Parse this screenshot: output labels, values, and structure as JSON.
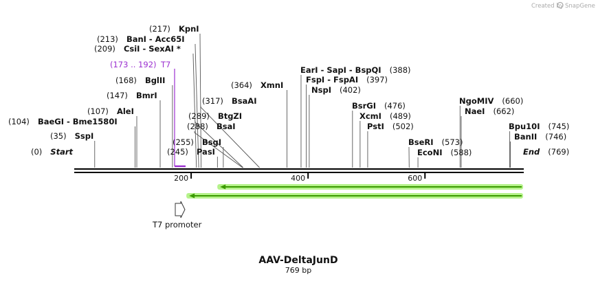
{
  "credit": {
    "prefix": "Created by",
    "brand": "SnapGene"
  },
  "sequence": {
    "name": "AAV-DeltaJunD",
    "length_label": "769 bp",
    "length": 769
  },
  "ruler": {
    "ticks": [
      "200",
      "400",
      "600"
    ]
  },
  "sites": [
    {
      "id": "start",
      "pos": "(0)",
      "name": "Start",
      "site": 0,
      "italic": true
    },
    {
      "id": "sspi",
      "pos": "(35)",
      "name": "SspI",
      "site": 35
    },
    {
      "id": "baegi",
      "pos": "(104)",
      "name": "BaeGI  - Bme1580I",
      "site": 104
    },
    {
      "id": "alei",
      "pos": "(107)",
      "name": "AleI",
      "site": 107
    },
    {
      "id": "bmri",
      "pos": "(147)",
      "name": "BmrI",
      "site": 147
    },
    {
      "id": "bglii",
      "pos": "(168)",
      "name": "BglII",
      "site": 168
    },
    {
      "id": "csii",
      "pos": "(209)",
      "name": "CsiI  - SexAI *",
      "site": 209
    },
    {
      "id": "bani",
      "pos": "(213)",
      "name": "BanI  - Acc65I",
      "site": 213
    },
    {
      "id": "kpni",
      "pos": "(217)",
      "name": "KpnI",
      "site": 217
    },
    {
      "id": "pasi",
      "pos": "(245)",
      "name": "PasI",
      "site": 245
    },
    {
      "id": "bsgi",
      "pos": "(255)",
      "name": "BsgI",
      "site": 255
    },
    {
      "id": "bsai",
      "pos": "(288)",
      "name": "BsaI",
      "site": 288
    },
    {
      "id": "btgzi",
      "pos": "(289)",
      "name": "BtgZI",
      "site": 289
    },
    {
      "id": "bsaai",
      "pos": "(317)",
      "name": "BsaAI",
      "site": 317
    },
    {
      "id": "xmni",
      "pos": "(364)",
      "name": "XmnI",
      "site": 364
    },
    {
      "id": "eari",
      "pos": "EarI  - SapI  - BspQI",
      "name": "(388)",
      "site": 388,
      "name_first": true
    },
    {
      "id": "fspi",
      "pos": "FspI  - FspAI",
      "name": "(397)",
      "site": 397,
      "name_first": true
    },
    {
      "id": "nspi",
      "pos": "NspI",
      "name": "(402)",
      "site": 402,
      "name_first": true
    },
    {
      "id": "bsrgi",
      "pos": "BsrGI",
      "name": "(476)",
      "site": 476,
      "name_first": true
    },
    {
      "id": "xcmi",
      "pos": "XcmI",
      "name": "(489)",
      "site": 489,
      "name_first": true
    },
    {
      "id": "psti",
      "pos": "PstI",
      "name": "(502)",
      "site": 502,
      "name_first": true
    },
    {
      "id": "bseri",
      "pos": "BseRI",
      "name": "(573)",
      "site": 573,
      "name_first": true
    },
    {
      "id": "econi",
      "pos": "EcoNI",
      "name": "(588)",
      "site": 588,
      "name_first": true
    },
    {
      "id": "ngomiv",
      "pos": "NgoMIV",
      "name": "(660)",
      "site": 660,
      "name_first": true
    },
    {
      "id": "naei",
      "pos": "NaeI",
      "name": "(662)",
      "site": 662,
      "name_first": true
    },
    {
      "id": "bpu10i",
      "pos": "Bpu10I",
      "name": "(745)",
      "site": 745,
      "name_first": true
    },
    {
      "id": "banii",
      "pos": "BanII",
      "name": "(746)",
      "site": 746,
      "name_first": true
    },
    {
      "id": "end",
      "pos": "End",
      "name": "(769)",
      "site": 769,
      "name_first": true,
      "italic": true
    }
  ],
  "features": [
    {
      "id": "t7",
      "range": "(173 .. 192)",
      "name": "T7",
      "start": 173,
      "end": 192,
      "color": "#9b30d0"
    },
    {
      "id": "t7-promoter",
      "name": "T7 promoter",
      "start": 173,
      "end": 192
    }
  ],
  "orfs": [
    {
      "start": 226,
      "end": 769,
      "direction": "reverse",
      "color": "#3a9a00",
      "halo": "#b5f28a"
    },
    {
      "start": 173,
      "end": 769,
      "direction": "reverse",
      "color": "#3a9a00",
      "halo": "#b5f28a"
    }
  ],
  "colors": {
    "backbone": "#000000",
    "site_line": "#555555",
    "feature": "#9b30d0",
    "orf": "#3a9a00"
  }
}
